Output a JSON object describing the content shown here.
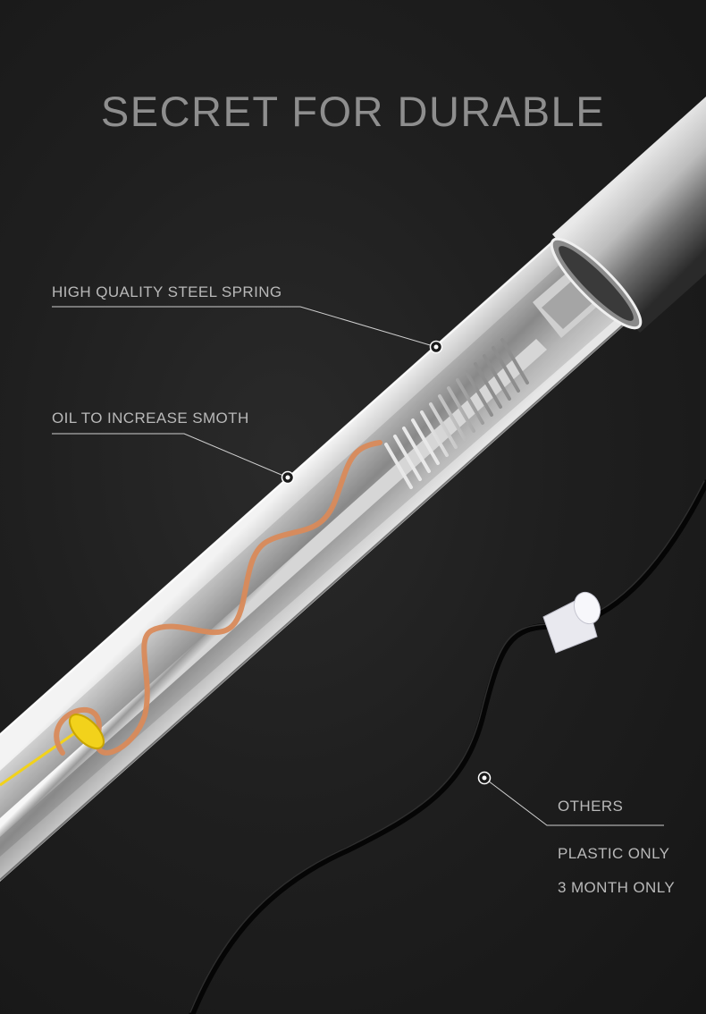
{
  "title": "SECRET FOR DURABLE",
  "callouts": {
    "spring": "HIGH QUALITY STEEL SPRING",
    "oil": "OIL TO INCREASE SMOTH",
    "others": "OTHERS",
    "others_lines": [
      "PLASTIC ONLY",
      "3 MONTH ONLY"
    ]
  },
  "colors": {
    "background": "#1f1f1f",
    "title": "#8e8e8e",
    "label": "#b9b9b9",
    "copper_wire": "#d98a5a",
    "yellow_ring": "#f2d21b"
  },
  "icons": {
    "pointer_dots": "circle-marker-icon"
  }
}
